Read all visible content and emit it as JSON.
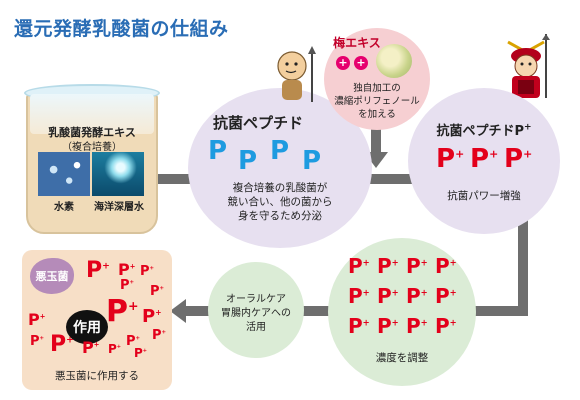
{
  "title": "還元発酵乳酸菌の仕組み",
  "jar": {
    "label_line1": "乳酸菌発酵エキス",
    "label_line2": "（複合培養）",
    "image1_caption": "水素",
    "image2_caption": "海洋深層水"
  },
  "peptide_circle": {
    "heading": "抗菌ペプチド",
    "p_symbol": "P",
    "desc_line1": "複合培養の乳酸菌が",
    "desc_line2": "競い合い、他の菌から",
    "desc_line3": "身を守るため分泌"
  },
  "ume_circle": {
    "heading": "梅エキス",
    "plus1": "+",
    "plus2": "+",
    "desc_line1": "独自加工の",
    "desc_line2": "濃縮ポリフェノール",
    "desc_line3": "を加える"
  },
  "boost_circle": {
    "heading": "抗菌ペプチドP",
    "heading_sup": "+",
    "p_symbol": "P",
    "p_sup": "+",
    "desc": "抗菌パワー増強"
  },
  "concentration_circle": {
    "p_symbol": "P",
    "p_sup": "+",
    "desc": "濃度を調整"
  },
  "oral_circle": {
    "line1": "オーラルケア",
    "line2": "胃腸内ケアへの",
    "line3": "活用"
  },
  "result_box": {
    "germ_label": "悪玉菌",
    "action_label": "作用",
    "p_symbol": "P",
    "p_sup": "+",
    "caption": "悪玉菌に作用する"
  },
  "colors": {
    "title": "#2a6db5",
    "p_blue": "#1e9be0",
    "p_red": "#e3001b",
    "purple_circle": "#e7e0f0",
    "green_circle": "#dbecd6",
    "pink_circle": "#f6cfd2",
    "orange_box": "#f7dfc7",
    "flow_line": "#6e6e6e"
  }
}
